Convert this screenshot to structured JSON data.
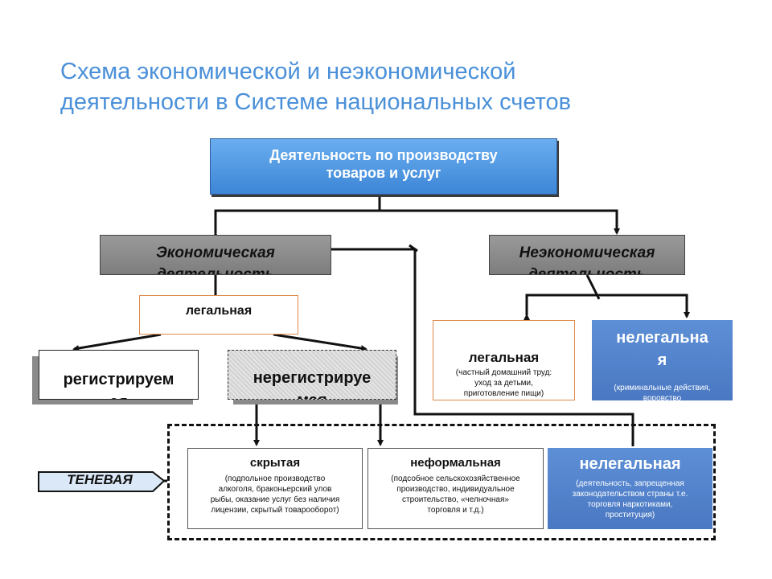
{
  "title": {
    "line1": "Схема экономической и неэкономической",
    "line2": "деятельности в Системе национальных счетов"
  },
  "boxes": {
    "production": {
      "line1": "Деятельность  по производству",
      "line2": "товаров и услуг"
    },
    "economic": {
      "line1": "Экономическая",
      "line2": "деятельность"
    },
    "noneconomic": {
      "line1": "Неэкономическая",
      "line2": "деятельность"
    },
    "legal_economic": {
      "label": "легальная"
    },
    "registered": {
      "line1": "регистрируем",
      "line2": "ая"
    },
    "unregistered": {
      "line1": "нерегистрируе",
      "line2": "мая"
    },
    "legal_noneconomic": {
      "label": "легальная",
      "note1": "(частный домашний труд:",
      "note2": "уход за детьми,",
      "note3": "приготовление пищи)"
    },
    "illegal_noneconomic": {
      "line1": "нелегальна",
      "line2": "я",
      "note1": "(криминальные действия,",
      "note2": "воровство"
    },
    "hidden": {
      "label": "скрытая",
      "note1": "(подпольное производство",
      "note2": "алкоголя, браконьерский улов",
      "note3": "рыбы, оказание услуг без наличия",
      "note4": "лицензии, скрытый товарооборот)"
    },
    "informal": {
      "label": "неформальная",
      "note1": "(подсобное сельскохозяйственное",
      "note2": "производство, индивидуальное",
      "note3": "строительство, «челночная»",
      "note4": "торговля и т.д.)"
    },
    "illegal_shadow": {
      "label": "нелегальная",
      "note1": "(деятельность, запрещенная",
      "note2": "законодательством страны т.е.",
      "note3": "торговля наркотиками,",
      "note4": "проституция)"
    }
  },
  "shadow_label": "ТЕНЕВАЯ",
  "colors": {
    "title": "#4a90d9",
    "top_box": "#4a90d9",
    "gray_box": "#8c8c8c",
    "blue_box": "#4f7fc8",
    "orange_border": "#e08a4a"
  }
}
